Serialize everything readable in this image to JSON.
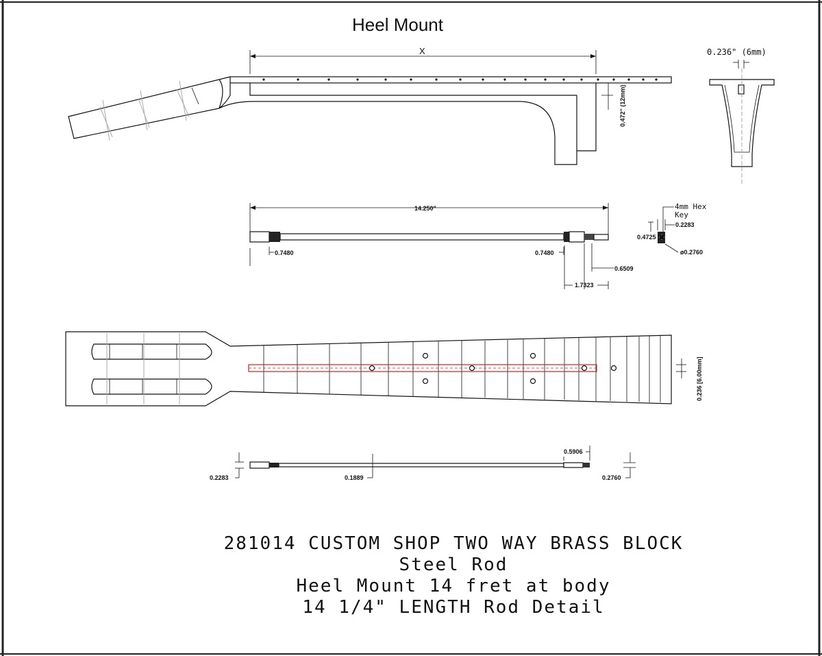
{
  "heading": "Heel Mount",
  "side_view": {
    "length_label": "X",
    "thickness_label": "0.472\" (12mm)"
  },
  "end_view": {
    "width_label": "0.236\" (6mm)"
  },
  "rod_detail": {
    "overall_length": "14.250\"",
    "left_block": "0.7480",
    "right_block": "0.7480",
    "nut_length": "0.6509",
    "adjuster_length": "1.7323",
    "hex_key_label_line1": "4mm Hex",
    "hex_key_label_line2": "Key",
    "hex_offset": "0.2283",
    "hex_height": "0.4725",
    "hex_diameter": "ø0.2760"
  },
  "fretboard_view": {
    "slot_label": "0.236 [6.00mm]"
  },
  "rod_side": {
    "left_dia": "0.2283",
    "mid_dia": "0.1889",
    "right_len": "0.5906",
    "right_dia": "0.2760"
  },
  "title_block": {
    "line1": "281014 CUSTOM SHOP TWO WAY  BRASS BLOCK",
    "line2": "Steel Rod",
    "line3": "Heel Mount 14 fret at body",
    "line4": "14 1/4\" LENGTH Rod Detail"
  },
  "colors": {
    "ink": "#111111",
    "rod_channel": "#cc2222",
    "border": "#222222"
  }
}
